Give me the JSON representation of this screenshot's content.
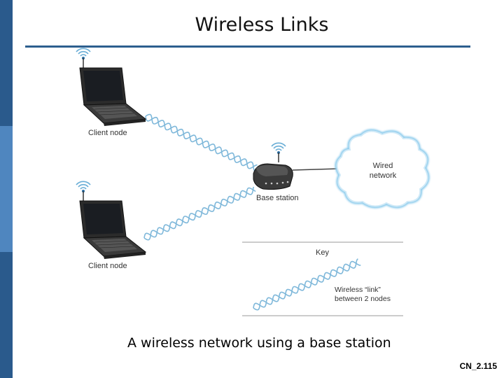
{
  "slide": {
    "title": "Wireless Links",
    "caption": "A wireless network using a base station",
    "slide_number": "CN_2.115"
  },
  "diagram": {
    "nodes": {
      "client_top": "Client node",
      "client_bottom": "Client node",
      "base_station": "Base station",
      "wired_network_line1": "Wired",
      "wired_network_line2": "network"
    },
    "key": {
      "title": "Key",
      "item_line1": "Wireless “link”",
      "item_line2": "between 2 nodes"
    },
    "icons": [
      "signal-icon",
      "laptop-icon",
      "router-icon",
      "cloud-icon",
      "wireless-link-icon"
    ]
  },
  "colors": {
    "sidebar_dark": "#2a5a8c",
    "sidebar_light": "#4f86bf",
    "title_rule": "#2d5f8e",
    "wave": "#7fb8da",
    "cable": "#444444",
    "cloud_edge": "#88c8ea",
    "key_rule": "#999999"
  }
}
